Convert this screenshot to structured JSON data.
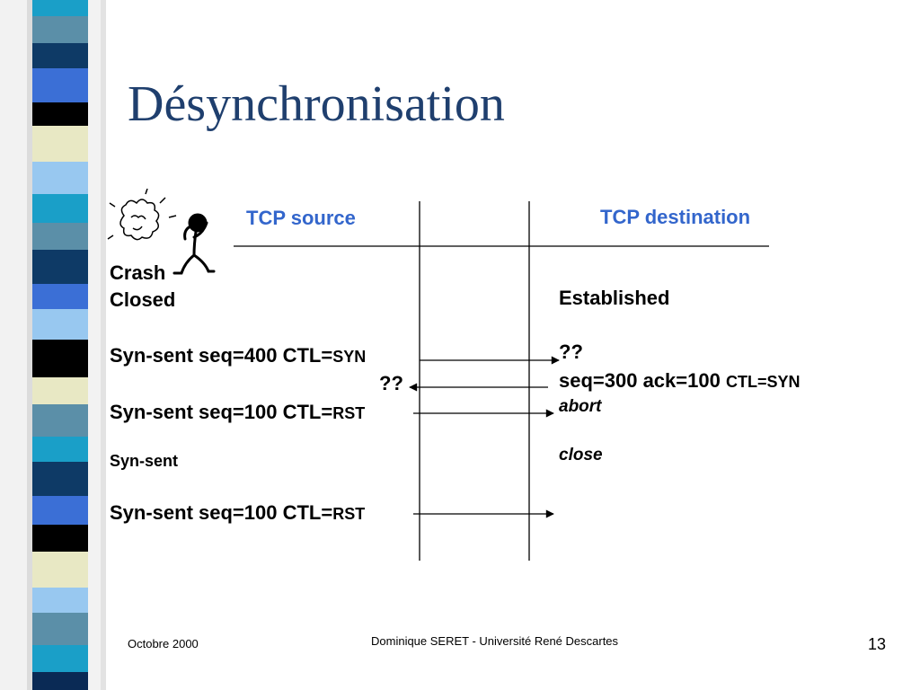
{
  "slide": {
    "title": "Désynchronisation",
    "page_number": "13",
    "footer_left": "Octobre 2000",
    "footer_center": "Dominique SERET - Université René Descartes"
  },
  "columns": {
    "source": "TCP source",
    "destination": "TCP destination"
  },
  "source_events": {
    "crash": "Crash",
    "closed": "Closed",
    "msg1": {
      "text": "Syn-sent seq=400 CTL=",
      "flag": "SYN"
    },
    "unknown": "??",
    "msg2": {
      "text": "Syn-sent seq=100 CTL=",
      "flag": "RST"
    },
    "syn_sent": "Syn-sent",
    "msg3": {
      "text": "Syn-sent seq=100 CTL=",
      "flag": "RST"
    }
  },
  "destination_events": {
    "established": "Established",
    "unknown": "??",
    "reply": {
      "text": "seq=300 ack=100 ",
      "flag": "CTL=SYN"
    },
    "abort": "abort",
    "close": "close"
  },
  "colors": {
    "title": "#1f3f6e",
    "column_header": "#3366cc"
  },
  "icons": [
    "crash-explosion-icon",
    "confused-person-icon"
  ]
}
